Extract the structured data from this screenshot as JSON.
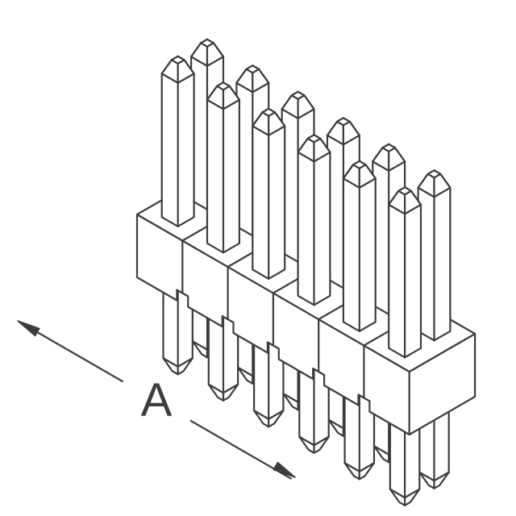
{
  "figure": {
    "subject": "2x6 through-hole pin header connector, isometric technical line drawing",
    "dimension_label": "A",
    "rows": 2,
    "positions_per_row": 6,
    "line_color": "#3d3d3d",
    "fill_color": "#ffffff",
    "background_color": "#ffffff"
  }
}
